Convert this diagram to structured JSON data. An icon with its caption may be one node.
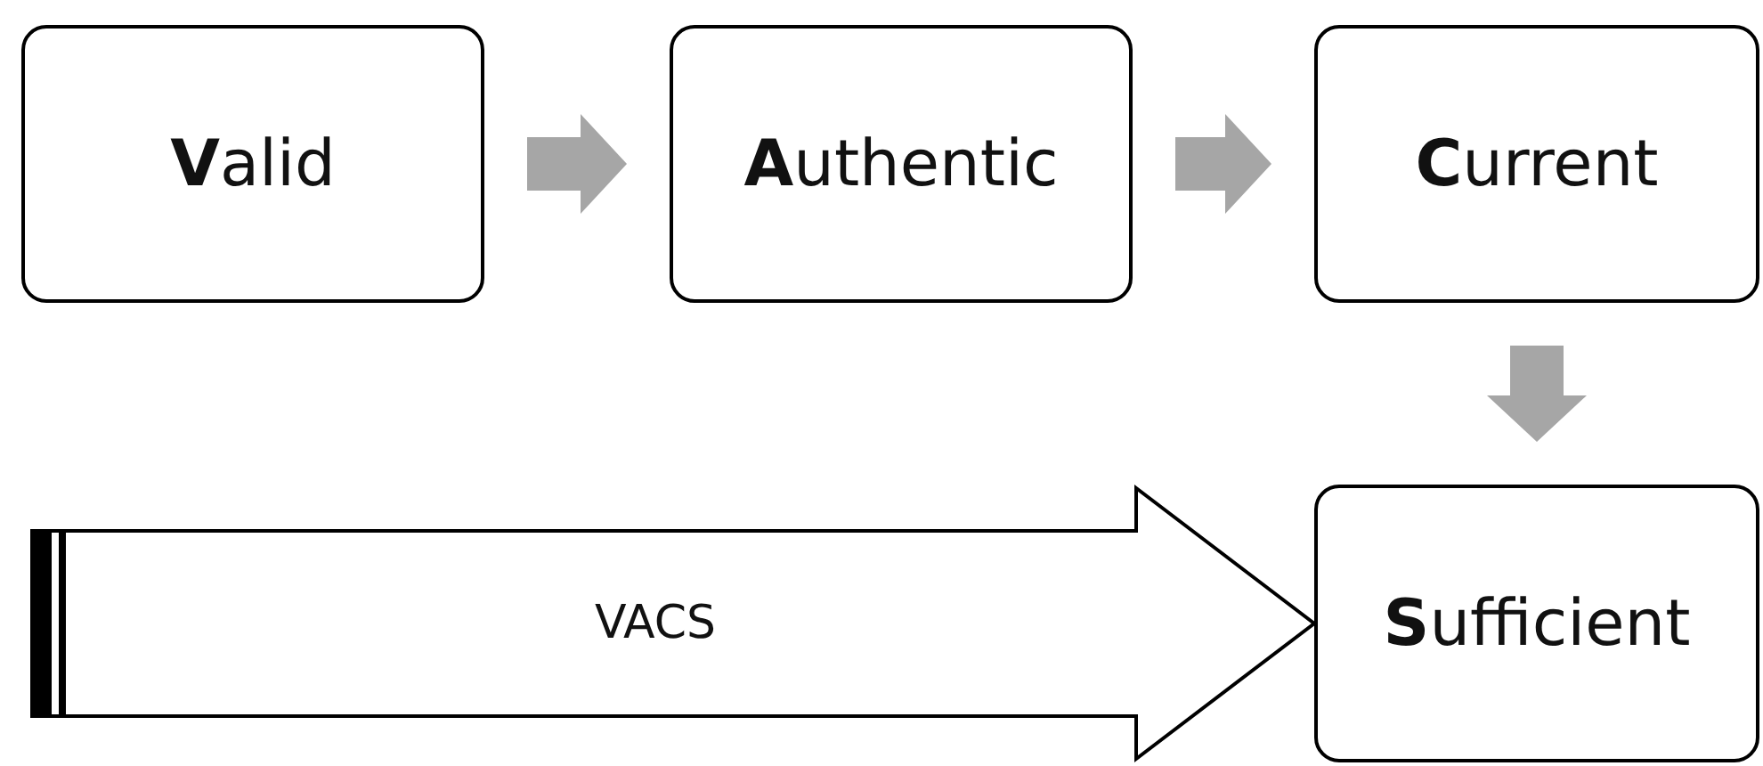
{
  "diagram": {
    "nodes": [
      {
        "text": [
          "**V**alid"
        ]
      },
      {
        "text": [
          "**A**uthentic"
        ]
      },
      {
        "text": [
          "**C**urrent"
        ]
      },
      {
        "text": [
          "**S**ufficient"
        ]
      }
    ],
    "edges": [
      {
        "from": 0,
        "to": 1,
        "arrow": "to"
      },
      {
        "from": 1,
        "to": 2,
        "arrow": "to"
      },
      {
        "from": 2,
        "to": 3,
        "arrow": "to"
      },
      {
        "from": null,
        "to": 3,
        "arrow": "to",
        "label": "VACS",
        "style": "thick",
        "color": "#000000"
      }
    ]
  }
}
